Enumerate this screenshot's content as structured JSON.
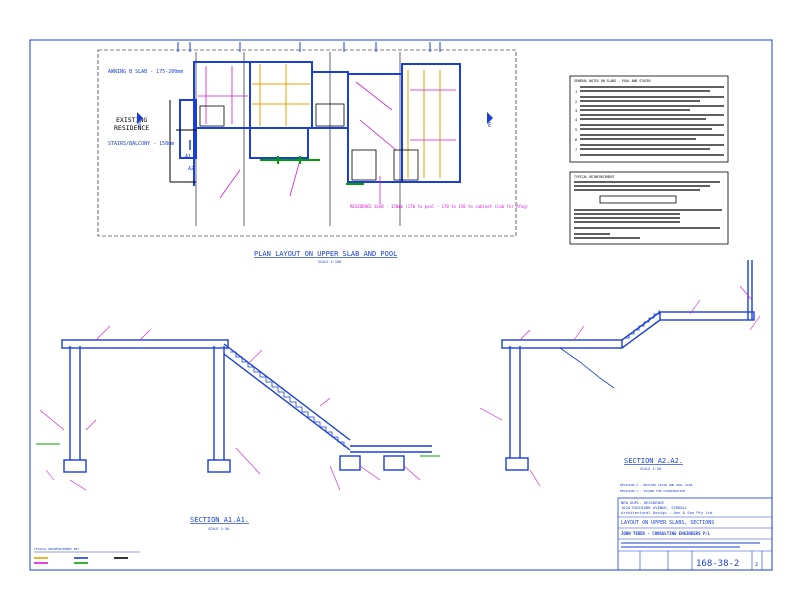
{
  "colors": {
    "border": "#1a3fd6",
    "wall": "#1a3fd6",
    "annotation": "#d41ad4",
    "existing": "#000000",
    "landscape": "#00a000",
    "highlight": "#e8a000"
  },
  "plan": {
    "title": "PLAN LAYOUT ON UPPER SLAB AND POOL",
    "scale": "SCALE 1:100",
    "existing_label_line1": "EXISTING",
    "existing_label_line2": "RESIDENCE",
    "note_awning": "AWNING B SLAB - 175-200mm",
    "note_stairs": "STAIRS/BALCONY - 150mm",
    "note_residence": "RESIDENCE SLAB - 150mm (170 to pool - 170 to 150 to cabinet slab for Afog)",
    "markers": [
      "A1",
      "A2",
      "E",
      "E"
    ]
  },
  "notes_box": {
    "heading": "GENERAL NOTES ON SLABS - POOL AND STAIRS",
    "items": [
      "1",
      "2",
      "3",
      "4",
      "5",
      "6",
      "7"
    ]
  },
  "reinforcement_box": {
    "heading": "TYPICAL REINFORCEMENT"
  },
  "section_a1": {
    "title": "SECTION A1.A1.",
    "scale": "SCALE 1:50"
  },
  "section_a2": {
    "title": "SECTION A2.A2.",
    "scale": "SCALE 1:50"
  },
  "legend": {
    "heading": "TYPICAL REINFORCEMENT KEY"
  },
  "title_block": {
    "revision_note_1": "REVISION 2 - REVISED STAIR AND POOL SLAB",
    "revision_note_2": "REVISION 1 - ISSUED FOR COORDINATION",
    "project_line1": "NEW DUPL. RESIDENCE",
    "project_line2": "102A RUCHIGNE AVENUE, SYRDOLL",
    "project_line3": "Architectural Design : Ann & Son Pty Ltd",
    "drawing_title": "LAYOUT ON UPPER SLABS, SECTIONS",
    "company": "JOHN TEDDS - CONSULTING ENGINEERS P/L",
    "drawing_number": "168-38-2",
    "revision": "2"
  }
}
